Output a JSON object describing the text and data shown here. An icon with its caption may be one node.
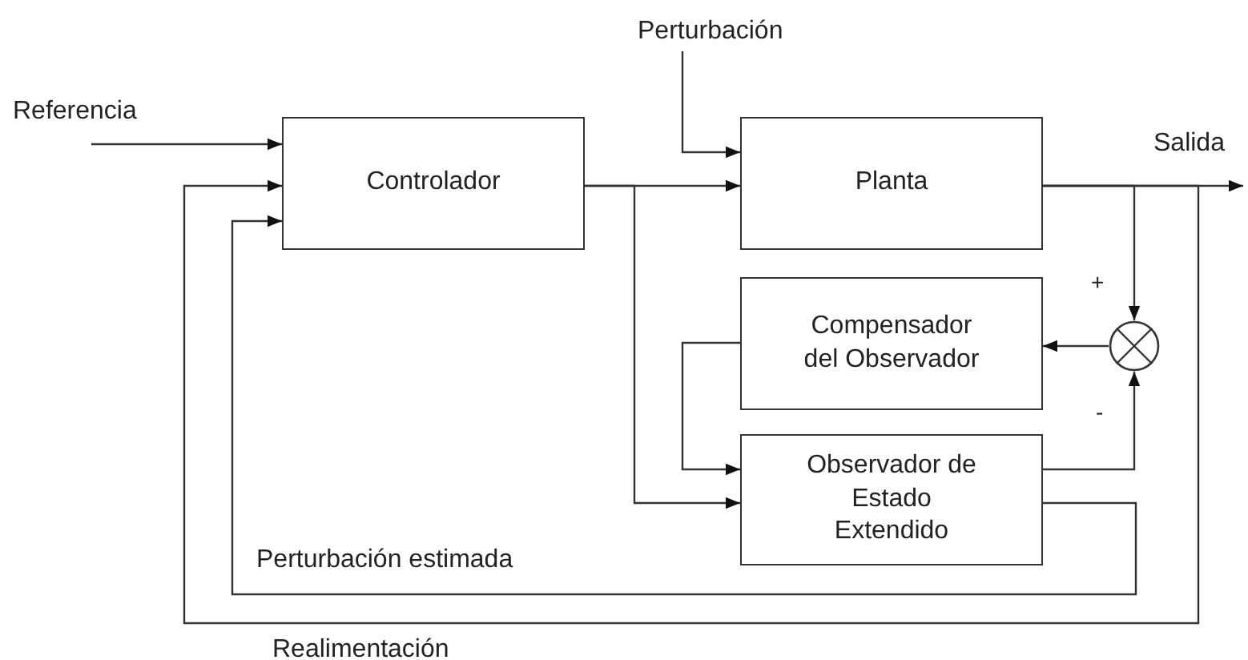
{
  "diagram": {
    "nodes": [
      {
        "text": [
          "Referencia"
        ]
      },
      {
        "text": [
          "Controlador"
        ]
      },
      {
        "text": [
          "Perturbación"
        ]
      },
      {
        "text": [
          "Planta"
        ]
      },
      {
        "text": [
          "Compensador del Observador"
        ]
      },
      {
        "text": [
          "Observador de Estado Extendido"
        ]
      },
      {
        "text": [],
        "shape": "circle"
      },
      {
        "text": [
          "Salida"
        ]
      }
    ],
    "edges": [
      {
        "from": 0,
        "to": 1,
        "arrow": "to"
      },
      {
        "from": 1,
        "to": 3,
        "arrow": "to"
      },
      {
        "from": 1,
        "to": 5,
        "arrow": "to"
      },
      {
        "from": 2,
        "to": 3,
        "arrow": "to"
      },
      {
        "from": 3,
        "to": 7,
        "arrow": "to"
      },
      {
        "from": 3,
        "to": 6,
        "arrow": "to"
      },
      {
        "from": 5,
        "to": 6,
        "arrow": "to"
      },
      {
        "from": 6,
        "to": 4,
        "arrow": "to"
      },
      {
        "from": 4,
        "to": 5,
        "arrow": "to"
      },
      {
        "from": 5,
        "to": 1,
        "arrow": "to",
        "label": "Perturbación estimada"
      },
      {
        "from": 3,
        "to": 1,
        "arrow": "to",
        "label": "Realimentación"
      }
    ],
    "labels": [
      "+",
      "-"
    ]
  }
}
